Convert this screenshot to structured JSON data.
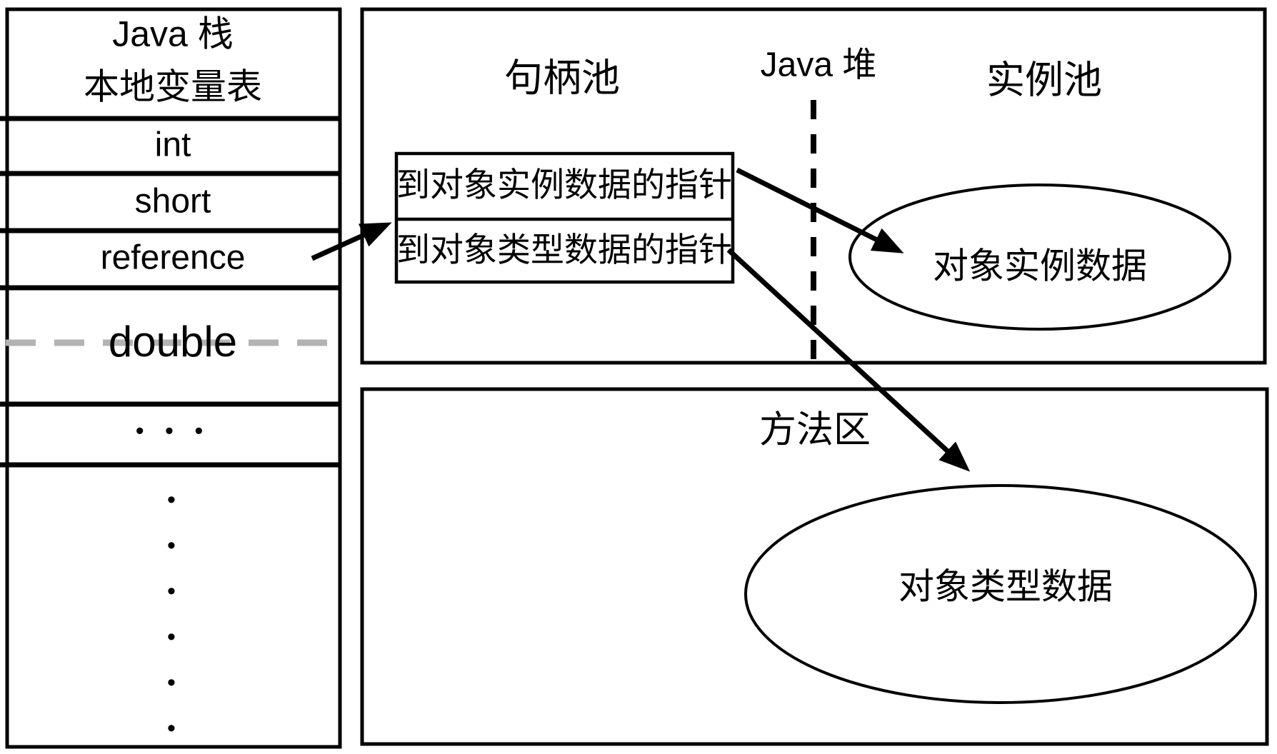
{
  "left_table": {
    "title_line1": "Java 栈",
    "title_line2": "本地变量表",
    "rows": [
      "int",
      "short",
      "reference",
      "double"
    ],
    "dots_row": "• • •",
    "vertical_dots": "•\n•\n•\n•\n•\n•"
  },
  "heap_box": {
    "handle_pool_label": "句柄池",
    "heap_label": "Java 堆",
    "instance_pool_label": "实例池",
    "handle_rows": [
      "到对象实例数据的指针",
      "到对象类型数据的指针"
    ],
    "instance_ellipse_label": "对象实例数据"
  },
  "method_area": {
    "label": "方法区",
    "type_ellipse_label": "对象类型数据"
  },
  "colors": {
    "line": "#000000",
    "double_span_dash": "#b3b3b3",
    "background": "#ffffff"
  }
}
